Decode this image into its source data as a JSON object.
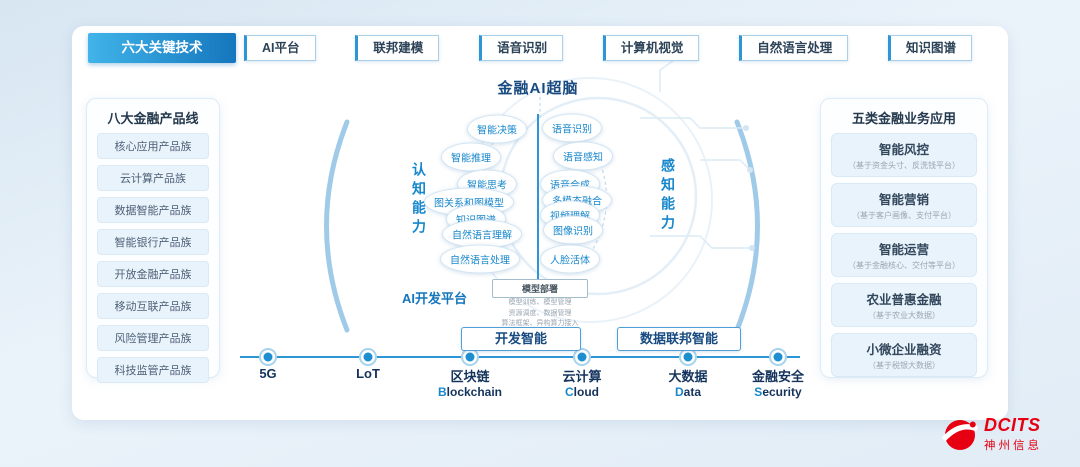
{
  "header": {
    "badge": "六大关键技术",
    "techs": [
      "AI平台",
      "联邦建模",
      "语音识别",
      "计算机视觉",
      "自然语言处理",
      "知识图谱"
    ]
  },
  "left_panel": {
    "title": "八大金融产品线",
    "items": [
      "核心应用产品族",
      "云计算产品族",
      "数据智能产品族",
      "智能银行产品族",
      "开放金融产品族",
      "移动互联产品族",
      "风险管理产品族",
      "科技监管产品族"
    ]
  },
  "right_panel": {
    "title": "五类金融业务应用",
    "items": [
      {
        "title": "智能风控",
        "subtitle": "（基于资金头寸、反洗钱平台）"
      },
      {
        "title": "智能营销",
        "subtitle": "（基于客户画像、支付平台）"
      },
      {
        "title": "智能运营",
        "subtitle": "（基于金融核心、交付等平台）"
      },
      {
        "title": "农业普惠金融",
        "subtitle": "（基于农业大数据）"
      },
      {
        "title": "小微企业融资",
        "subtitle": "（基于税银大数据）"
      }
    ]
  },
  "brain": {
    "title": "金融AI超脑",
    "left_label": "认知能力",
    "right_label": "感知能力",
    "left_bubbles": [
      "智能决策",
      "智能推理",
      "智能思考",
      "图关系和图模型",
      "知识图谱",
      "自然语言理解",
      "自然语言处理"
    ],
    "right_bubbles": [
      "语音识别",
      "语音感知",
      "语音合成",
      "多模态融合",
      "视频理解",
      "图像识别",
      "人脸活体"
    ],
    "platform_label": "AI开发平台",
    "deploy": {
      "title": "模型部署",
      "lines": [
        "模型训练、模型管理",
        "资源调度、数据管理",
        "算法框架、异构算力接入"
      ]
    },
    "bottom_boxes": [
      "开发智能",
      "数据联邦智能"
    ]
  },
  "timeline": [
    {
      "cn": "5G",
      "en": ""
    },
    {
      "cn": "LoT",
      "en": ""
    },
    {
      "cn": "区块链",
      "en": "Blockchain"
    },
    {
      "cn": "云计算",
      "en": "Cloud"
    },
    {
      "cn": "大数据",
      "en": "Data"
    },
    {
      "cn": "金融安全",
      "en": "Security"
    }
  ],
  "logo": {
    "name": "DCITS",
    "company": "神州信息"
  }
}
